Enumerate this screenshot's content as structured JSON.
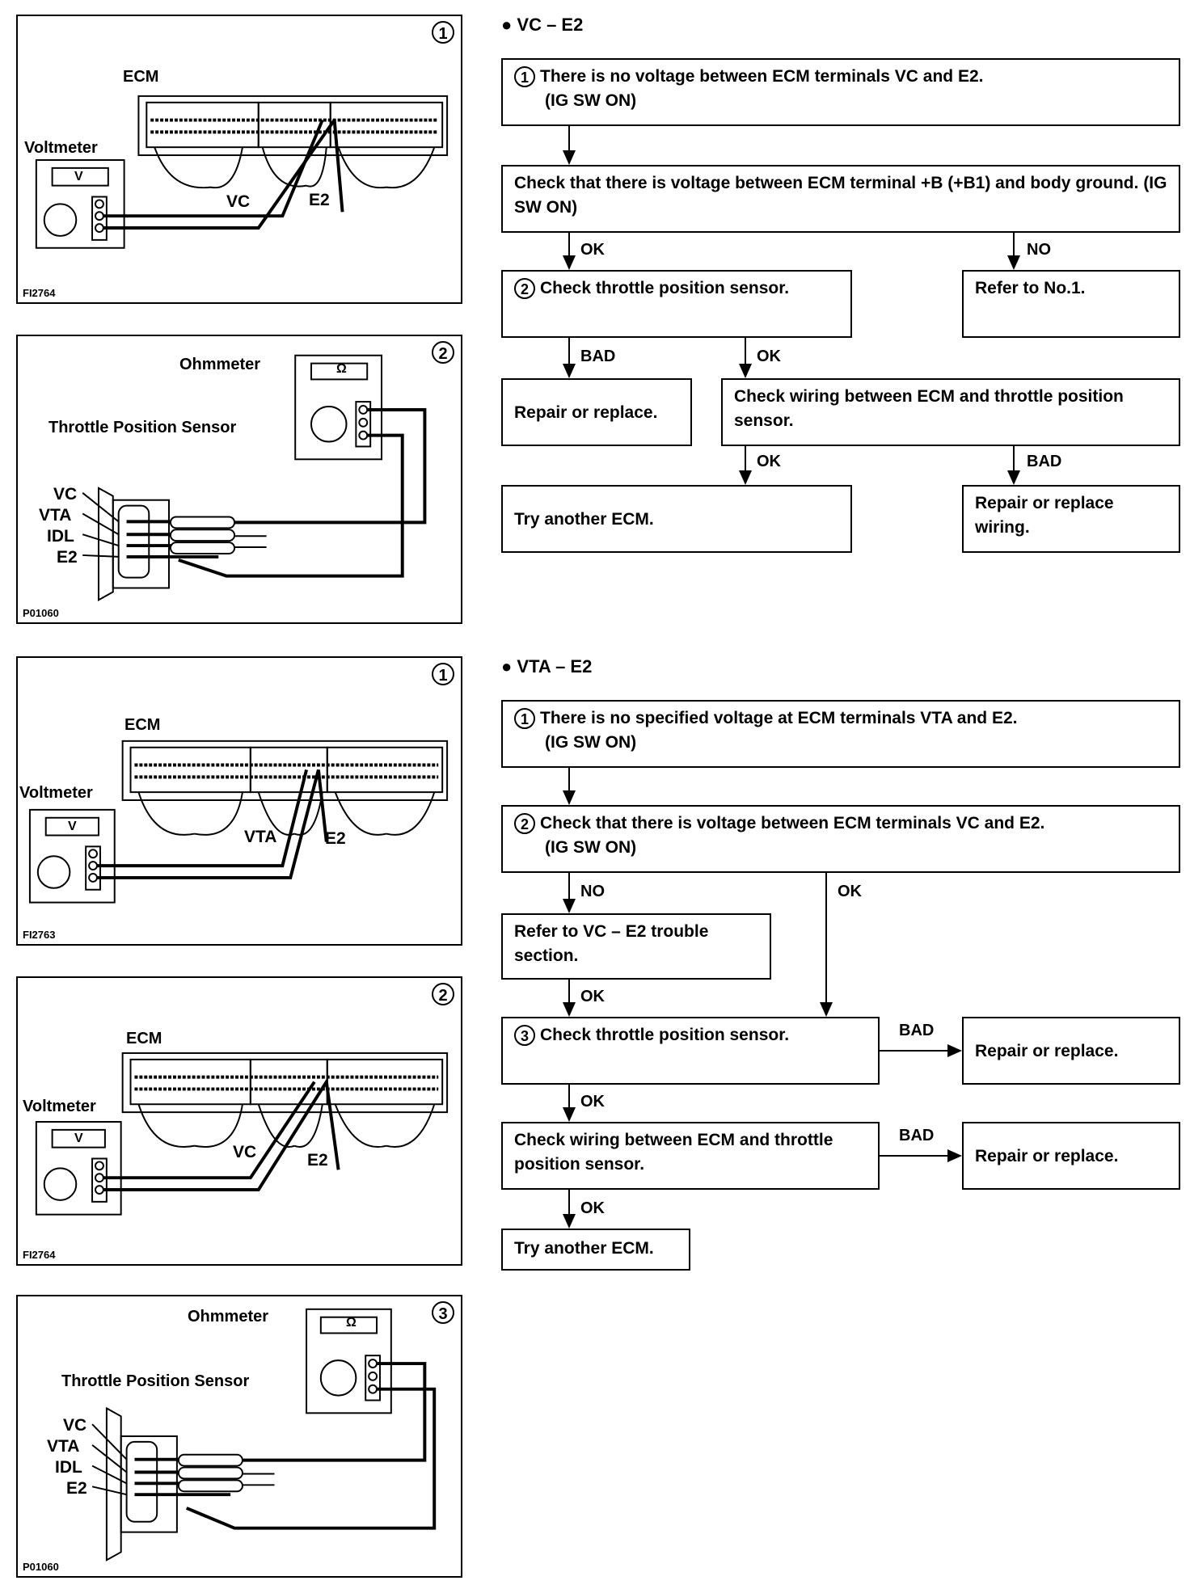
{
  "figures": {
    "fig1": {
      "num": "1",
      "code": "FI2764",
      "ecm": "ECM",
      "meter": "Voltmeter",
      "meter_face": "V",
      "t1": "VC",
      "t2": "E2"
    },
    "fig2": {
      "num": "2",
      "code": "P01060",
      "meter": "Ohmmeter",
      "meter_face": "Ω",
      "sensor": "Throttle Position Sensor",
      "pins": [
        "VC",
        "VTA",
        "IDL",
        "E2"
      ]
    },
    "fig3": {
      "num": "1",
      "code": "FI2763",
      "ecm": "ECM",
      "meter": "Voltmeter",
      "meter_face": "V",
      "t1": "VTA",
      "t2": "E2"
    },
    "fig4": {
      "num": "2",
      "code": "FI2764",
      "ecm": "ECM",
      "meter": "Voltmeter",
      "meter_face": "V",
      "t1": "VC",
      "t2": "E2"
    },
    "fig5": {
      "num": "3",
      "code": "P01060",
      "meter": "Ohmmeter",
      "meter_face": "Ω",
      "sensor": "Throttle Position Sensor",
      "pins": [
        "VC",
        "VTA",
        "IDL",
        "E2"
      ]
    }
  },
  "vc": {
    "heading": "● VC – E2",
    "b1_num": "1",
    "b1": "There is no voltage between ECM terminals VC and E2.",
    "b1_sub": "(IG SW ON)",
    "b2": "Check that there is voltage between ECM terminal +B (+B1) and body ground.",
    "b2_sub": "(IG SW ON)",
    "ok1": "OK",
    "no1": "NO",
    "b3_num": "2",
    "b3": "Check throttle position sensor.",
    "b4": "Refer to No.1.",
    "bad1": "BAD",
    "ok2": "OK",
    "b5": "Repair or replace.",
    "b6": "Check wiring between ECM and throttle position sensor.",
    "ok3": "OK",
    "bad2": "BAD",
    "b7": "Try another ECM.",
    "b8": "Repair or replace wiring."
  },
  "vta": {
    "heading": "● VTA – E2",
    "b1_num": "1",
    "b1": "There is no specified voltage at ECM terminals VTA and E2.",
    "b1_sub": "(IG SW ON)",
    "b2_num": "2",
    "b2": "Check that there is voltage between ECM terminals VC and E2.",
    "b2_sub": "(IG SW ON)",
    "no1": "NO",
    "ok1": "OK",
    "b3": "Refer to VC – E2 trouble section.",
    "ok2": "OK",
    "b4_num": "3",
    "b4": "Check throttle position sensor.",
    "bad1": "BAD",
    "b5": "Repair or replace.",
    "ok3": "OK",
    "b6": "Check wiring between ECM and throttle position sensor.",
    "bad2": "BAD",
    "b7": "Repair or replace.",
    "ok4": "OK",
    "b8": "Try another ECM."
  }
}
